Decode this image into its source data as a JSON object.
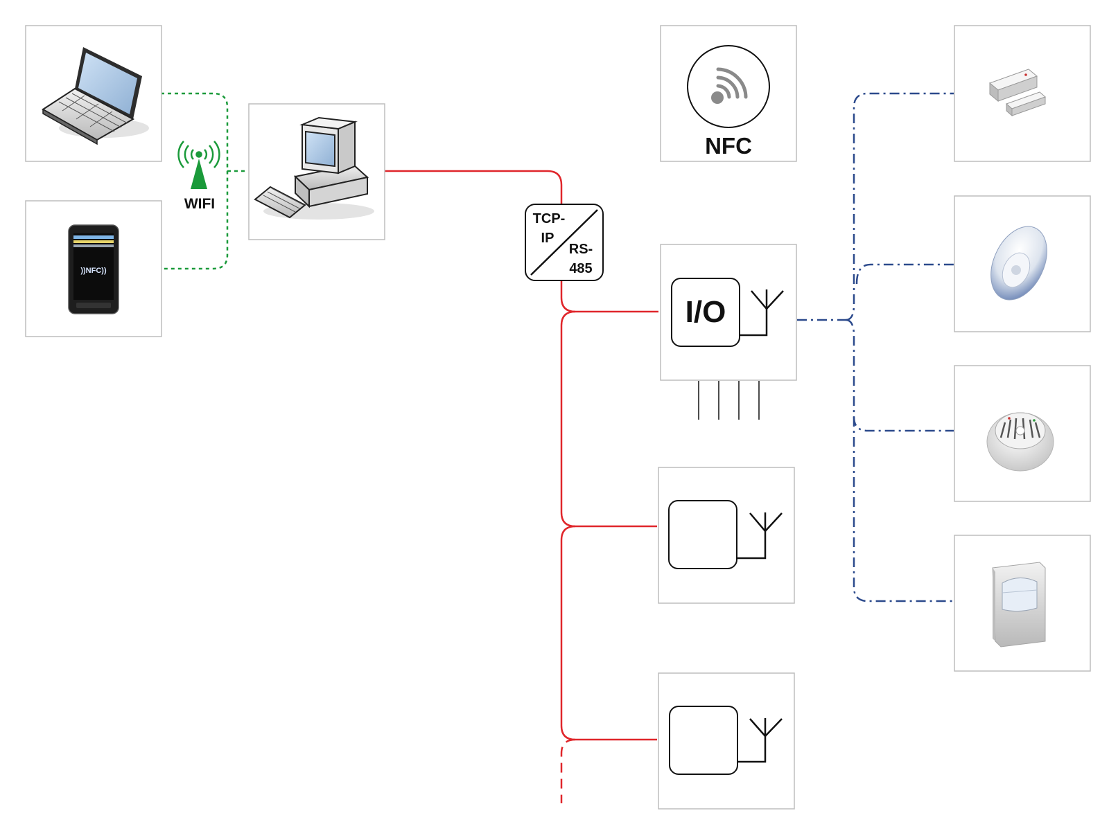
{
  "labels": {
    "wifi": "WIFI",
    "nfc_box": "NFC",
    "phone_nfc": "))NFC))",
    "converter_top_1": "TCP-",
    "converter_top_2": "IP",
    "converter_bottom_1": "RS-",
    "converter_bottom_2": "485",
    "io": "I/O"
  },
  "colors": {
    "wifi_link": "#1a9a3a",
    "wired_bus": "#e0262b",
    "wireless_link": "#2c4a8c",
    "box_border": "#bdbdbd",
    "symbol": "#111111"
  },
  "icons": {
    "laptop": "laptop-icon",
    "phone": "nfc-phone-icon",
    "wifi": "wifi-antenna-icon",
    "desktop": "desktop-computer-icon",
    "nfc": "nfc-reader-icon",
    "door_contact": "door-contact-sensor-icon",
    "panic_button": "panic-button-icon",
    "smoke_detector": "smoke-detector-icon",
    "motion_sensor": "pir-motion-sensor-icon"
  }
}
